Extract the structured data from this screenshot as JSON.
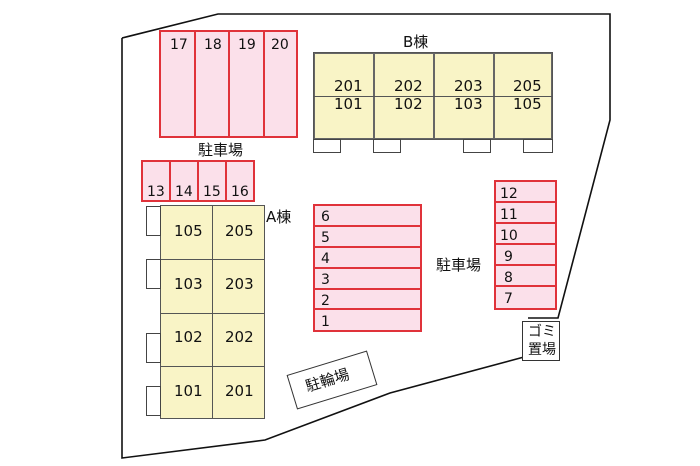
{
  "building_b": {
    "name": "B棟",
    "units_upper": [
      "201",
      "202",
      "203",
      "205"
    ],
    "units_lower": [
      "101",
      "102",
      "103",
      "105"
    ]
  },
  "building_a": {
    "name": "A棟",
    "rows": [
      [
        "105",
        "205"
      ],
      [
        "103",
        "203"
      ],
      [
        "102",
        "202"
      ],
      [
        "101",
        "201"
      ]
    ]
  },
  "parking_top": {
    "spaces": [
      "17",
      "18",
      "19",
      "20"
    ],
    "label": "駐車場"
  },
  "parking_mid": {
    "spaces": [
      "13",
      "14",
      "15",
      "16"
    ]
  },
  "parking_center": {
    "spaces": [
      "6",
      "5",
      "4",
      "3",
      "2",
      "1"
    ]
  },
  "parking_right": {
    "spaces": [
      "12",
      "11",
      "10",
      "9",
      "8",
      "7"
    ],
    "label": "駐車場"
  },
  "garbage": {
    "line1": "ゴミ",
    "line2": "置場"
  },
  "bicycle": {
    "label": "駐輪場"
  },
  "colors": {
    "parking_fill": "#fbe0ea",
    "parking_border": "#e0323a",
    "building_fill": "#f9f4c6"
  }
}
